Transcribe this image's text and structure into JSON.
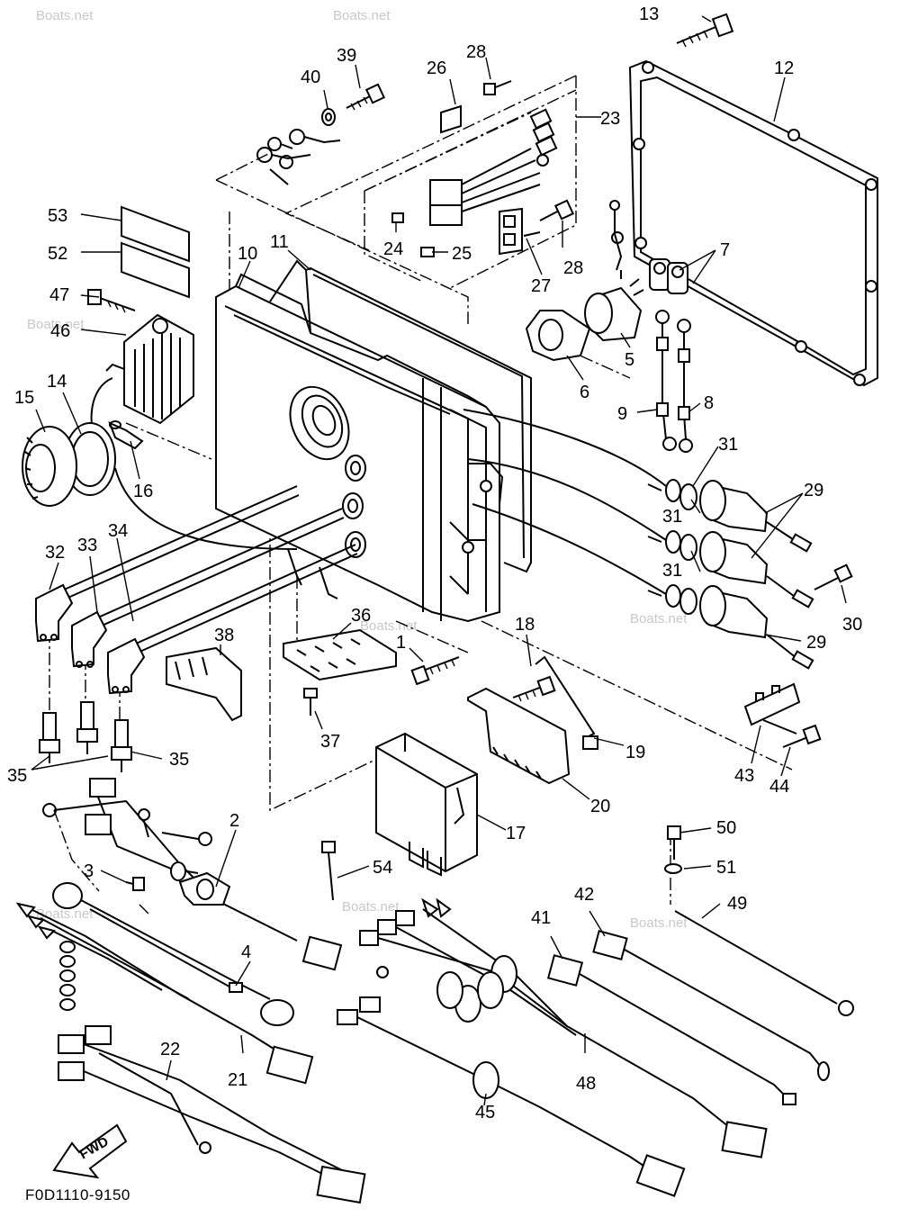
{
  "diagram_code": "F0D1110-9150",
  "fwd_arrow_label": "FWD",
  "watermark": "Boats.net",
  "callouts": [
    {
      "id": "c1",
      "label": "1"
    },
    {
      "id": "c2",
      "label": "2"
    },
    {
      "id": "c3",
      "label": "3"
    },
    {
      "id": "c4",
      "label": "4"
    },
    {
      "id": "c5",
      "label": "5"
    },
    {
      "id": "c6",
      "label": "6"
    },
    {
      "id": "c7",
      "label": "7"
    },
    {
      "id": "c8",
      "label": "8"
    },
    {
      "id": "c9",
      "label": "9"
    },
    {
      "id": "c10",
      "label": "10"
    },
    {
      "id": "c11",
      "label": "11"
    },
    {
      "id": "c12",
      "label": "12"
    },
    {
      "id": "c13",
      "label": "13"
    },
    {
      "id": "c14",
      "label": "14"
    },
    {
      "id": "c15",
      "label": "15"
    },
    {
      "id": "c16",
      "label": "16"
    },
    {
      "id": "c17",
      "label": "17"
    },
    {
      "id": "c18",
      "label": "18"
    },
    {
      "id": "c19",
      "label": "19"
    },
    {
      "id": "c20",
      "label": "20"
    },
    {
      "id": "c21",
      "label": "21"
    },
    {
      "id": "c22",
      "label": "22"
    },
    {
      "id": "c23",
      "label": "23"
    },
    {
      "id": "c24",
      "label": "24"
    },
    {
      "id": "c25",
      "label": "25"
    },
    {
      "id": "c26",
      "label": "26"
    },
    {
      "id": "c27",
      "label": "27"
    },
    {
      "id": "c28a",
      "label": "28"
    },
    {
      "id": "c28b",
      "label": "28"
    },
    {
      "id": "c29a",
      "label": "29"
    },
    {
      "id": "c29b",
      "label": "29"
    },
    {
      "id": "c30",
      "label": "30"
    },
    {
      "id": "c31a",
      "label": "31"
    },
    {
      "id": "c31b",
      "label": "31"
    },
    {
      "id": "c31c",
      "label": "31"
    },
    {
      "id": "c32",
      "label": "32"
    },
    {
      "id": "c33",
      "label": "33"
    },
    {
      "id": "c34",
      "label": "34"
    },
    {
      "id": "c35a",
      "label": "35"
    },
    {
      "id": "c35b",
      "label": "35"
    },
    {
      "id": "c36",
      "label": "36"
    },
    {
      "id": "c37",
      "label": "37"
    },
    {
      "id": "c38",
      "label": "38"
    },
    {
      "id": "c39",
      "label": "39"
    },
    {
      "id": "c40",
      "label": "40"
    },
    {
      "id": "c41",
      "label": "41"
    },
    {
      "id": "c42",
      "label": "42"
    },
    {
      "id": "c43",
      "label": "43"
    },
    {
      "id": "c44",
      "label": "44"
    },
    {
      "id": "c45",
      "label": "45"
    },
    {
      "id": "c46",
      "label": "46"
    },
    {
      "id": "c47",
      "label": "47"
    },
    {
      "id": "c48",
      "label": "48"
    },
    {
      "id": "c49",
      "label": "49"
    },
    {
      "id": "c50",
      "label": "50"
    },
    {
      "id": "c51",
      "label": "51"
    },
    {
      "id": "c52",
      "label": "52"
    },
    {
      "id": "c53",
      "label": "53"
    },
    {
      "id": "c54",
      "label": "54"
    }
  ]
}
